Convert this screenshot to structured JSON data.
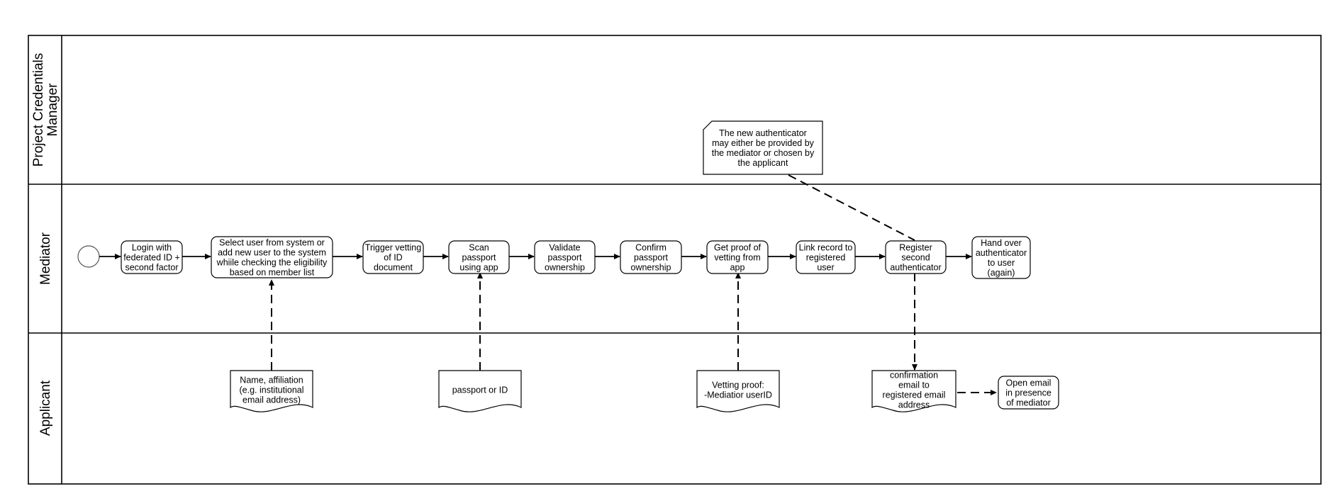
{
  "lanes": [
    {
      "label": [
        "Project Credentials",
        "Manager"
      ]
    },
    {
      "label": [
        "Mediator"
      ]
    },
    {
      "label": [
        "Applicant"
      ]
    }
  ],
  "tasks": [
    {
      "id": "login",
      "lines": [
        "Login with",
        "federated ID +",
        "second factor"
      ]
    },
    {
      "id": "select",
      "lines": [
        "Select user from system or",
        "add new user to the system",
        "whiile checking the eligibility",
        "based on member list"
      ]
    },
    {
      "id": "trigger",
      "lines": [
        "Trigger vetting",
        "of  ID",
        "document"
      ]
    },
    {
      "id": "scan",
      "lines": [
        "Scan",
        "passport",
        "using app"
      ]
    },
    {
      "id": "validate",
      "lines": [
        "Validate",
        "passport",
        "ownership"
      ]
    },
    {
      "id": "confirm",
      "lines": [
        "Confirm",
        "passport",
        "ownership"
      ]
    },
    {
      "id": "proof",
      "lines": [
        "Get proof of",
        "vetting from",
        "app"
      ]
    },
    {
      "id": "link",
      "lines": [
        "Link record to",
        "registered",
        "user"
      ]
    },
    {
      "id": "register",
      "lines": [
        "Register",
        "second",
        "authenticator"
      ]
    },
    {
      "id": "handover",
      "lines": [
        "Hand over",
        "authenticator",
        "to user",
        "(again)"
      ]
    },
    {
      "id": "openemail",
      "lines": [
        "Open email",
        "in presence",
        "of mediator"
      ]
    }
  ],
  "documents": [
    {
      "id": "doc-name",
      "lines": [
        "Name, affiliation",
        "(e.g. institutional",
        "email address)"
      ]
    },
    {
      "id": "doc-passport",
      "lines": [
        "passport or ID"
      ]
    },
    {
      "id": "doc-vetting",
      "lines": [
        "Vetting proof:",
        "-Mediatior userID"
      ]
    },
    {
      "id": "doc-email",
      "lines": [
        "confirmation",
        "email to",
        "registered email",
        "address"
      ]
    }
  ],
  "annotation": {
    "lines": [
      "The new authenticator",
      "may either be provided by",
      "the mediator or chosen by",
      "the applicant"
    ]
  }
}
